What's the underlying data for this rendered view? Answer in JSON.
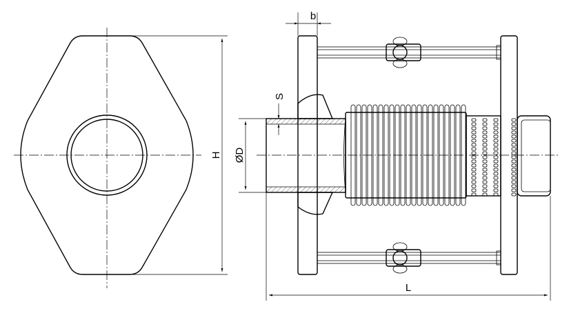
{
  "labels": {
    "height": "H",
    "width": "b",
    "thickness": "S",
    "diameter": "ØD",
    "length": "L"
  }
}
